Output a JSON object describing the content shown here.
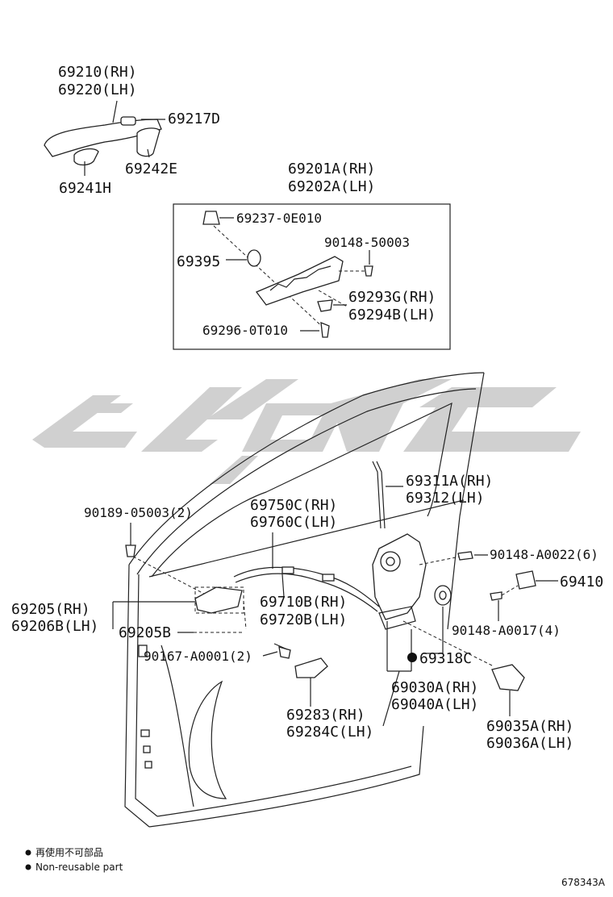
{
  "labels": {
    "p69210": "69210(RH)",
    "p69220": "69220(LH)",
    "p69217D": "69217D",
    "p69242E": "69242E",
    "p69241H": "69241H",
    "p69201A": "69201A(RH)",
    "p69202A": "69202A(LH)",
    "p69237": "69237-0E010",
    "p90148_50003": "90148-50003",
    "p69395": "69395",
    "p69293G": "69293G(RH)",
    "p69294B": "69294B(LH)",
    "p69296": "69296-0T010",
    "p69311A": "69311A(RH)",
    "p69312": "69312(LH)",
    "p90189": "90189-05003(2)",
    "p69750C": "69750C(RH)",
    "p69760C": "69760C(LH)",
    "p90148_A0022": "90148-A0022(6)",
    "p69410": "69410",
    "p69205": "69205(RH)",
    "p69206B": "69206B(LH)",
    "p69710B": "69710B(RH)",
    "p69720B": "69720B(LH)",
    "p69205B": "69205B",
    "p90148_A0017": "90148-A0017(4)",
    "p90167": "90167-A0001(2)",
    "p69318C": "69318C",
    "p69030A": "69030A(RH)",
    "p69040A": "69040A(LH)",
    "p69283": "69283(RH)",
    "p69284C": "69284C(LH)",
    "p69035A": "69035A(RH)",
    "p69036A": "69036A(LH)"
  },
  "legend": {
    "zh": "再使用不可部品",
    "en": "Non-reusable part"
  },
  "diagram_id": "678343A",
  "colors": {
    "watermark": "#c8c8c8",
    "line": "#222222"
  }
}
